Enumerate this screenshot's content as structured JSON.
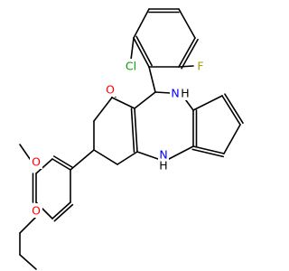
{
  "diagram": {
    "type": "chemical-structure",
    "colors": {
      "bond": "#000000",
      "carbon": "#000000",
      "oxygen": "#ff0000",
      "nitrogen": "#0000ff",
      "chlorine": "#00a000",
      "fluorine": "#a0a000",
      "hydrogen_on_nitrogen": "#000000",
      "background": "#ffffff"
    },
    "labels": {
      "cl": "Cl",
      "f": "F",
      "carbonyl_o": "O",
      "nh_top": "NH",
      "nh_top_n": "N",
      "nh_top_h": "H",
      "nh_bottom_n": "N",
      "nh_bottom_h": "H",
      "methoxy_o": "O",
      "ethoxy_o": "O"
    }
  }
}
